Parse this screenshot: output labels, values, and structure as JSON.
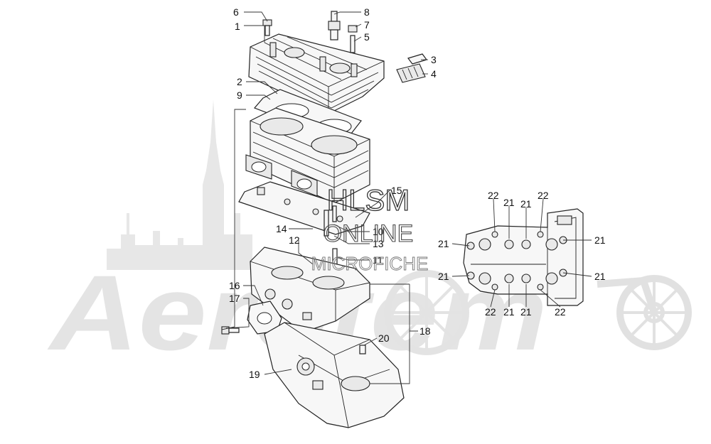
{
  "watermark": {
    "brand": "Aerotem",
    "line1": "HLSM",
    "line2": "ONLINE",
    "line3": "MICROFICHE"
  },
  "callouts": [
    {
      "id": "c1",
      "text": "1"
    },
    {
      "id": "c2",
      "text": "2"
    },
    {
      "id": "c3",
      "text": "3"
    },
    {
      "id": "c4",
      "text": "4"
    },
    {
      "id": "c5",
      "text": "5"
    },
    {
      "id": "c6",
      "text": "6"
    },
    {
      "id": "c7",
      "text": "7"
    },
    {
      "id": "c8",
      "text": "8"
    },
    {
      "id": "c9",
      "text": "9"
    },
    {
      "id": "c10",
      "text": "10"
    },
    {
      "id": "c11",
      "text": "11"
    },
    {
      "id": "c12",
      "text": "12"
    },
    {
      "id": "c13",
      "text": "13"
    },
    {
      "id": "c14",
      "text": "14"
    },
    {
      "id": "c15",
      "text": "15"
    },
    {
      "id": "c16",
      "text": "16"
    },
    {
      "id": "c17",
      "text": "17"
    },
    {
      "id": "c18",
      "text": "18"
    },
    {
      "id": "c19",
      "text": "19"
    },
    {
      "id": "c20",
      "text": "20"
    },
    {
      "id": "c21a",
      "text": "21"
    },
    {
      "id": "c21b",
      "text": "21"
    },
    {
      "id": "c21c",
      "text": "21"
    },
    {
      "id": "c21d",
      "text": "21"
    },
    {
      "id": "c21e",
      "text": "21"
    },
    {
      "id": "c21f",
      "text": "21"
    },
    {
      "id": "c21g",
      "text": "21"
    },
    {
      "id": "c21h",
      "text": "21"
    },
    {
      "id": "c22a",
      "text": "22"
    },
    {
      "id": "c22b",
      "text": "22"
    },
    {
      "id": "c22c",
      "text": "22"
    },
    {
      "id": "c22d",
      "text": "22"
    }
  ]
}
